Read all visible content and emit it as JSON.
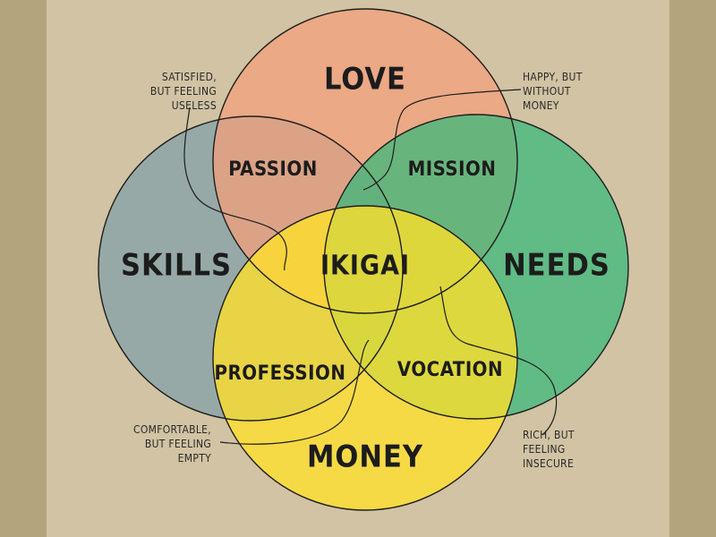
{
  "circles": {
    "love": {
      "label": "LOVE",
      "color": "#f5a07a"
    },
    "skills": {
      "label": "SKILLS",
      "color": "#7fa0a8"
    },
    "needs": {
      "label": "NEEDS",
      "color": "#35b87a"
    },
    "money": {
      "label": "MONEY",
      "color": "#ffe02a"
    }
  },
  "overlaps": {
    "passion": "PASSION",
    "mission": "MISSION",
    "profession": "PROFESSION",
    "vocation": "VOCATION",
    "center": "IKIGAI"
  },
  "notes": {
    "satisfied": [
      "SATISFIED,",
      "BUT FEELING",
      "USELESS"
    ],
    "happy": [
      "HAPPY, BUT",
      "WITHOUT",
      "MONEY"
    ],
    "comfortable": [
      "COMFORTABLE,",
      "BUT FEELING",
      "EMPTY"
    ],
    "rich": [
      "RICH, BUT",
      "FEELING",
      "INSECURE"
    ]
  }
}
